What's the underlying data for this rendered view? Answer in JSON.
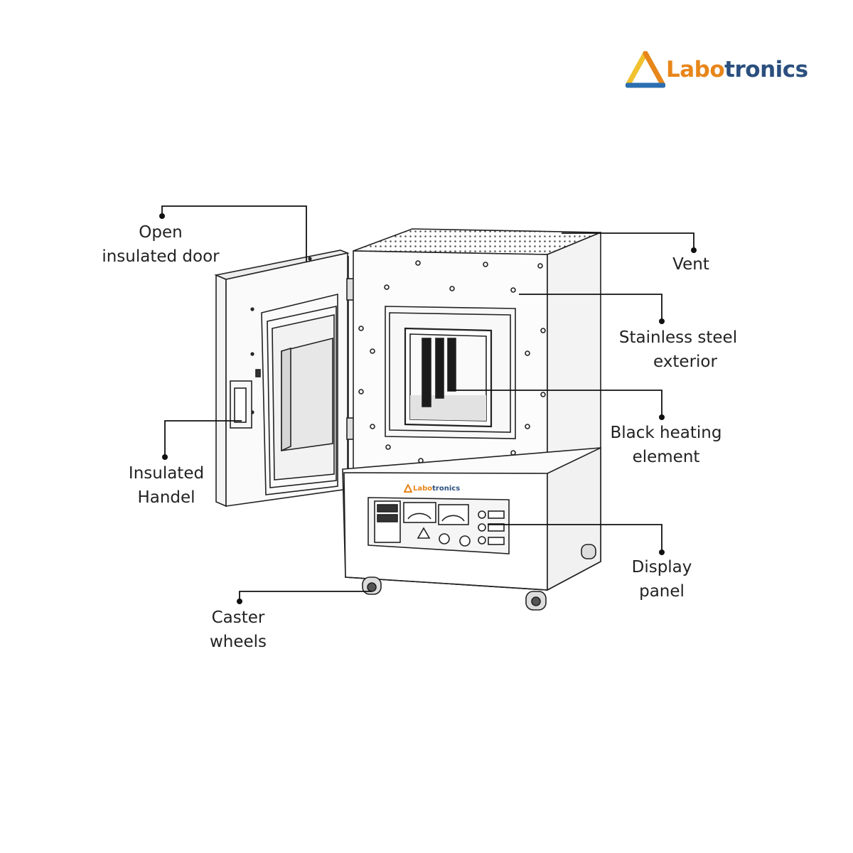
{
  "brand": {
    "name_part1": "Labo",
    "name_part2": "tronics",
    "panel_name_part1": "Labo",
    "panel_name_part2": "tronics",
    "colors": {
      "orange": "#e8861a",
      "navy": "#2b4f7e",
      "green": "#7cb342",
      "yellow": "#f2c12e"
    }
  },
  "callouts": {
    "door": {
      "line1": "Open",
      "line2": "insulated door"
    },
    "vent": {
      "line1": "Vent"
    },
    "exterior": {
      "line1": "Stainless steel",
      "line2": "exterior"
    },
    "handle": {
      "line1": "Insulated",
      "line2": "Handel"
    },
    "heating": {
      "line1": "Black heating",
      "line2": "element"
    },
    "panel": {
      "line1": "Display",
      "line2": "panel"
    },
    "wheels": {
      "line1": "Caster",
      "line2": "wheels"
    }
  }
}
